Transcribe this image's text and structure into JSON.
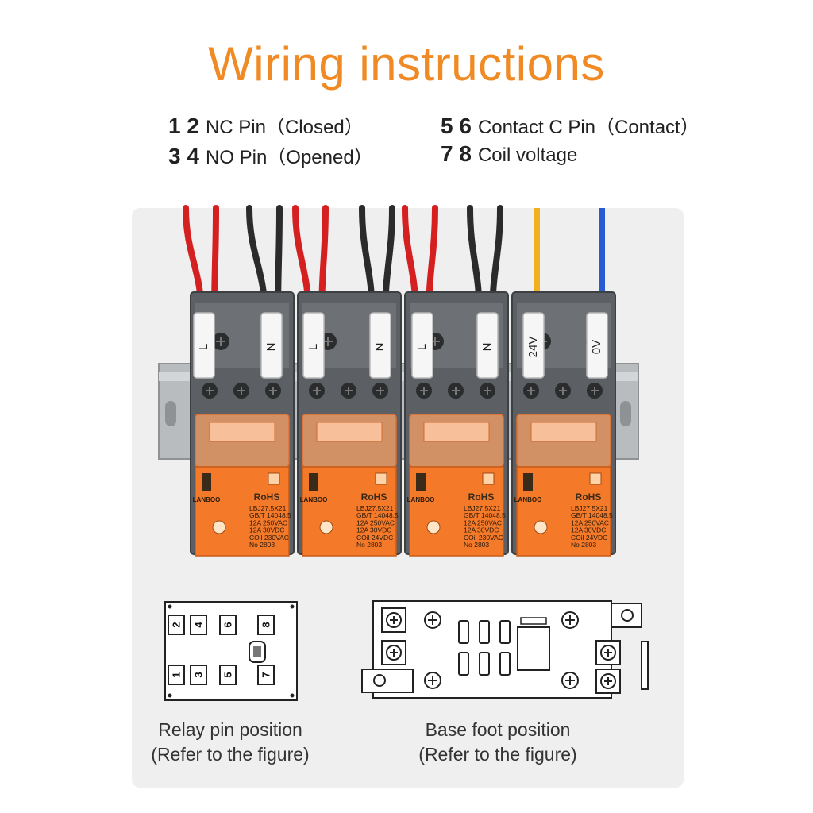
{
  "title": "Wiring instructions",
  "colors": {
    "title": "#f08a24",
    "red_wire": "#d42020",
    "black_wire": "#2b2b2b",
    "yellow_wire": "#f0b020",
    "blue_wire": "#2a5bd0",
    "relay_orange": "#f47a2a",
    "base_gray": "#5c6064"
  },
  "legend": [
    {
      "nums": "1 2",
      "text": "NC Pin（Closed）"
    },
    {
      "nums": "3 4",
      "text": "NO Pin（Opened）"
    },
    {
      "nums": "5 6",
      "text": "Contact C Pin（Contact）"
    },
    {
      "nums": "7 8",
      "text": "Coil voltage"
    }
  ],
  "wire_labels": [
    "L",
    "N",
    "L",
    "N",
    "L",
    "N",
    "24V",
    "0V"
  ],
  "relays": [
    {
      "brand": "LANBOO",
      "rohs": "RoHS",
      "lines": [
        "LBJ27.5X21",
        "GB/T 14048.5",
        "12A 250VAC",
        "12A 30VDC",
        "COil 230VAC",
        "No 2803"
      ]
    },
    {
      "brand": "LANBOO",
      "rohs": "RoHS",
      "lines": [
        "LBJ27.5X21",
        "GB/T 14048.5",
        "12A 250VAC",
        "12A 30VDC",
        "COil 24VDC",
        "No 2803"
      ]
    },
    {
      "brand": "LANBOO",
      "rohs": "RoHS",
      "lines": [
        "LBJ27.5X21",
        "GB/T 14048.5",
        "12A 250VAC",
        "12A 30VDC",
        "COil 230VAC",
        "No 2803"
      ]
    },
    {
      "brand": "LANBOO",
      "rohs": "RoHS",
      "lines": [
        "LBJ27.5X21",
        "GB/T 14048.5",
        "12A 250VAC",
        "12A 30VDC",
        "COil 24VDC",
        "No 2803"
      ]
    }
  ],
  "pin_numbers": [
    "2",
    "4",
    "6",
    "8",
    "1",
    "3",
    "5",
    "7"
  ],
  "captions": {
    "relay_title": "Relay pin position",
    "relay_sub": "(Refer to the figure)",
    "base_title": "Base foot position",
    "base_sub": "(Refer to the figure)"
  }
}
